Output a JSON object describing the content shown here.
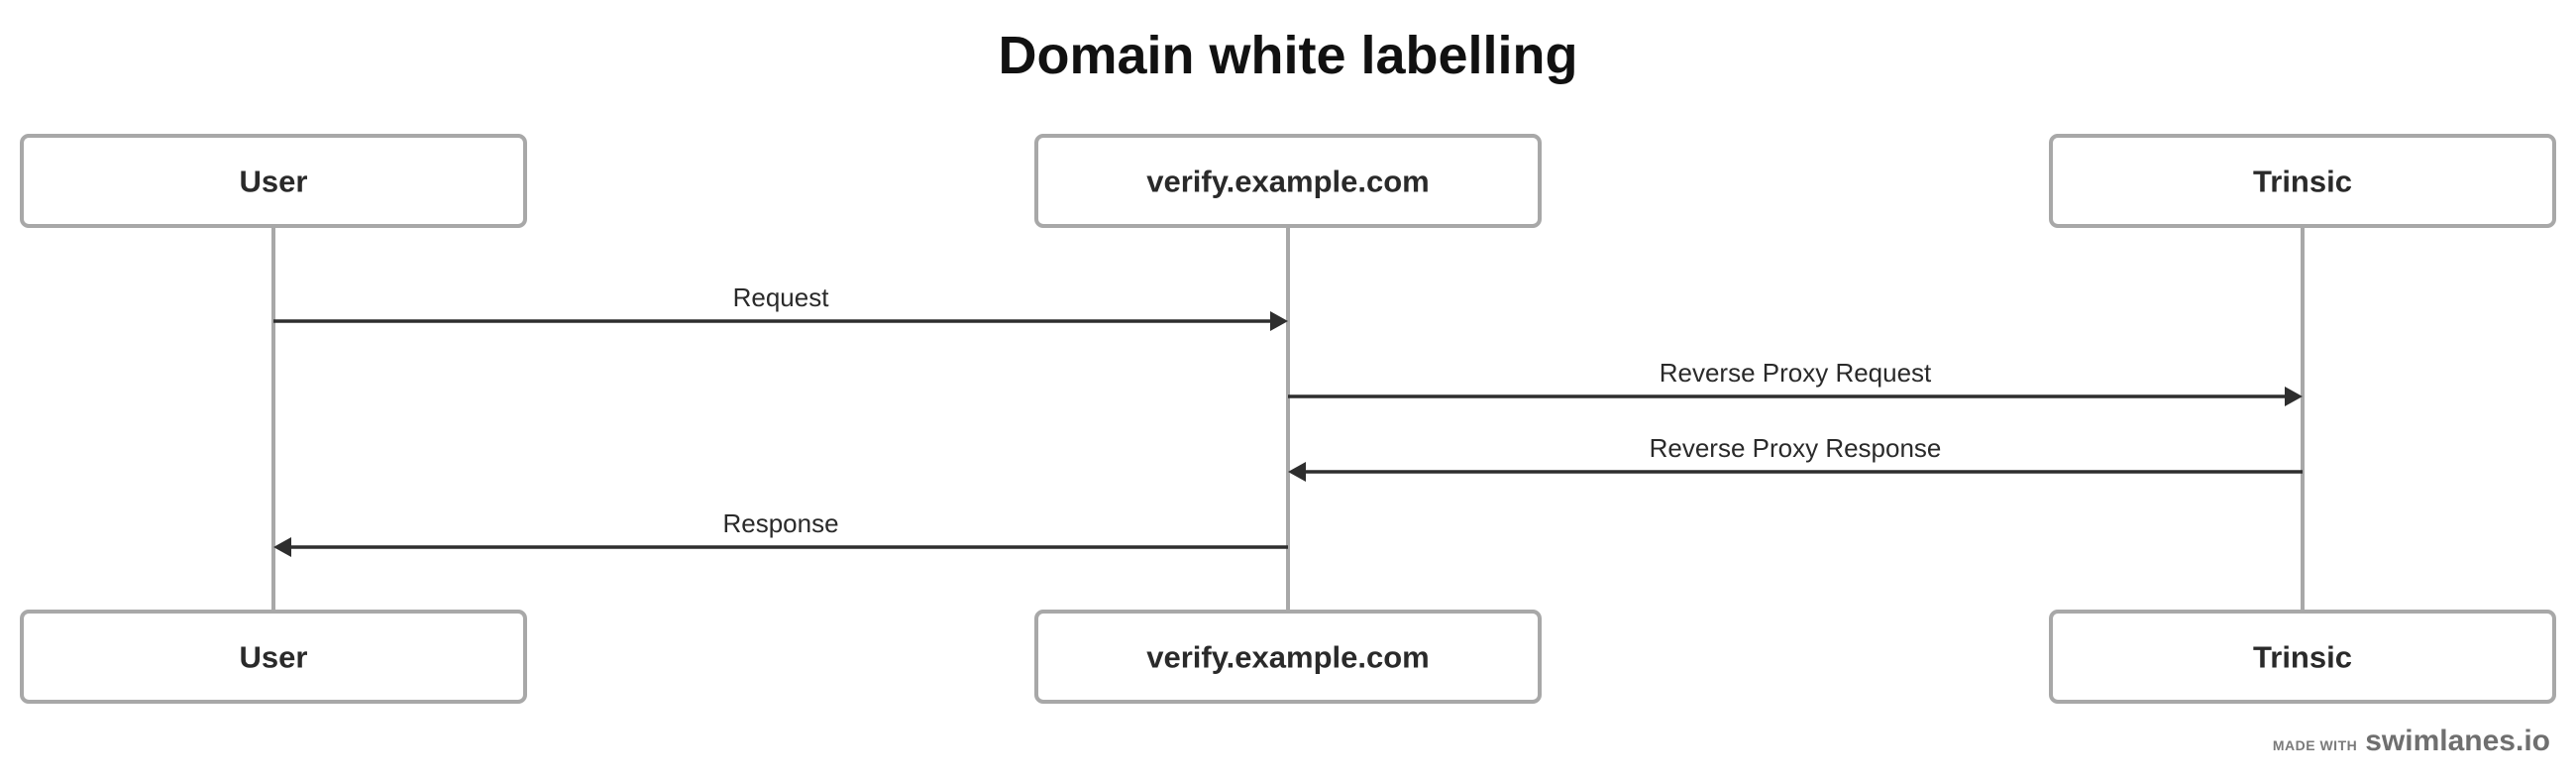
{
  "title": "Domain white labelling",
  "actors": [
    {
      "id": "user",
      "label": "User"
    },
    {
      "id": "verify",
      "label": "verify.example.com"
    },
    {
      "id": "trinsic",
      "label": "Trinsic"
    }
  ],
  "messages": [
    {
      "from": 0,
      "to": 1,
      "label": "Request"
    },
    {
      "from": 1,
      "to": 2,
      "label": "Reverse Proxy Request"
    },
    {
      "from": 2,
      "to": 1,
      "label": "Reverse Proxy Response"
    },
    {
      "from": 1,
      "to": 0,
      "label": "Response"
    }
  ],
  "watermark": {
    "prefix": "MADE WITH",
    "brand": "swimlanes.io"
  },
  "colors": {
    "box_border": "#a8a8a8",
    "arrow": "#2e2e2e",
    "text": "#2a2a2a"
  }
}
